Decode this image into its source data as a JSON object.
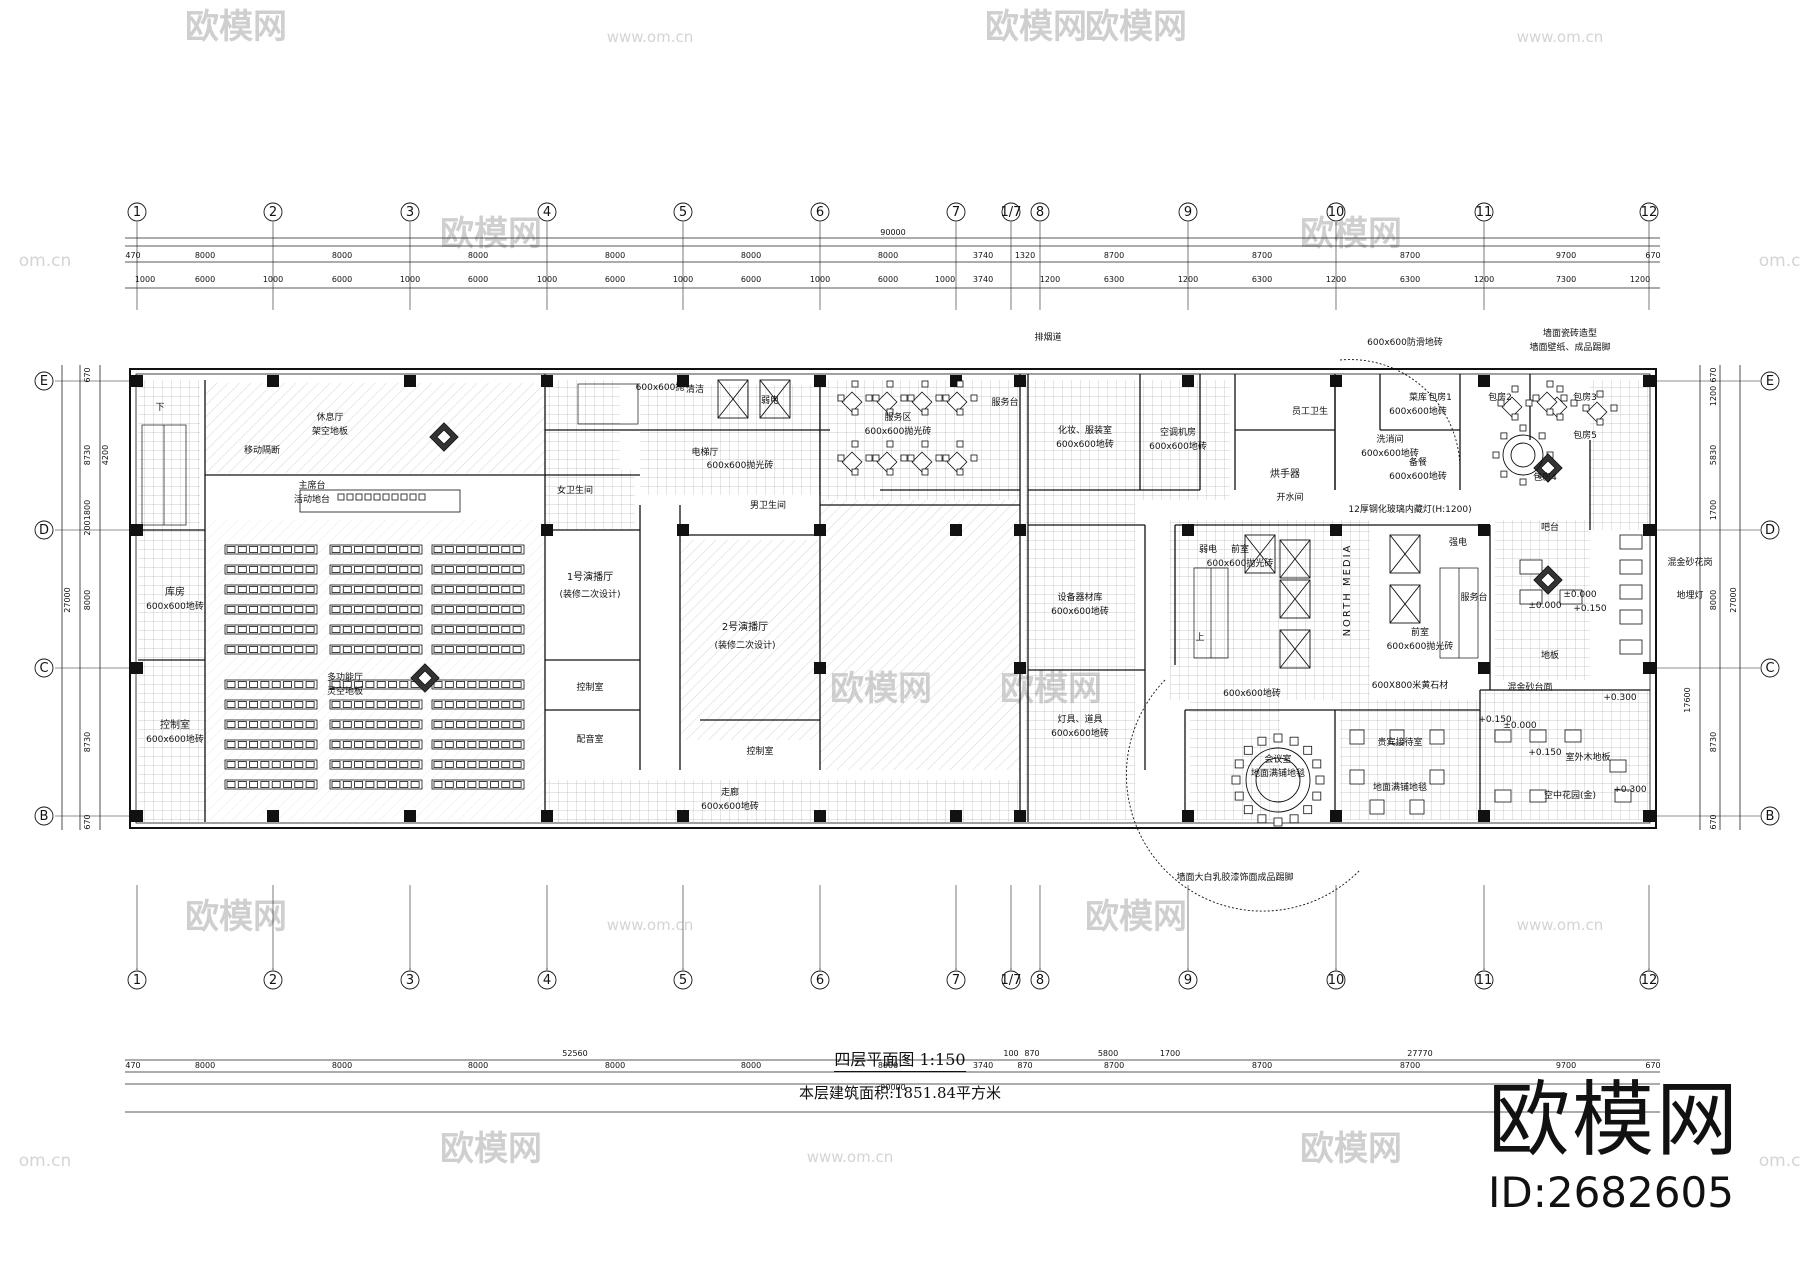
{
  "drawing": {
    "title": "四层平面图 1:150",
    "area_note": "本层建筑面积:1851.84平方米"
  },
  "brand": {
    "name": "欧模网",
    "id": "ID:2682605",
    "watermark_text": "欧模网",
    "watermark_url": "www.om.cn",
    "watermark_url_short": "om.cn"
  },
  "axes": {
    "columns": [
      "1",
      "2",
      "3",
      "4",
      "5",
      "6",
      "7",
      "1/7",
      "8",
      "9",
      "10",
      "11",
      "12"
    ],
    "rows": [
      "E",
      "D",
      "C",
      "B"
    ]
  },
  "dimensions": {
    "total_top": "90000",
    "total_bottom": "90000",
    "bays_top": [
      "470",
      "8000",
      "8000",
      "8000",
      "8000",
      "8000",
      "8000",
      "3740",
      "1320",
      "8700",
      "8700",
      "8700",
      "9700",
      "670"
    ],
    "sub_top": [
      "1000",
      "6000",
      "1000",
      "6000",
      "1000",
      "6000",
      "1000",
      "6000",
      "1000",
      "6000",
      "1000",
      "6000",
      "1000",
      "3740",
      "1200",
      "6300",
      "1200",
      "6300",
      "1200",
      "6300",
      "1200",
      "7300",
      "1200"
    ],
    "bays_bottom": [
      "470",
      "8000",
      "8000",
      "8000",
      "8000",
      "8000",
      "8000",
      "3740",
      "870",
      "8700",
      "8700",
      "8700",
      "9700",
      "670"
    ],
    "split_bottom_left": "52560",
    "split_bottom_mid": "100",
    "split_bottom_a": "870",
    "split_bottom_b": "5800",
    "split_bottom_c": "1700",
    "split_bottom_right": "27770",
    "left_total": "27000",
    "left_parts": [
      "670",
      "8730",
      "4200",
      "1800",
      "200",
      "8000",
      "8730",
      "670"
    ],
    "right_total": "27000",
    "right_parts": [
      "670",
      "1200",
      "5830",
      "1700",
      "8000",
      "8730",
      "670"
    ],
    "right_extra": "17600"
  },
  "rooms": {
    "storage": "库房",
    "storage_floor": "600x600地砖",
    "control": "控制室",
    "control_floor": "600x600地砖",
    "multi_hall": "多功能厅",
    "multi_hall_floor": "灵空地板",
    "rest_hall": "休息厅",
    "rest_hall_floor": "架空地板",
    "main_stage": "主席台",
    "main_stage_note": "活动地台",
    "movable_partition": "移动隔断",
    "studio1": "1号演播厅",
    "studio1_note": "(装修二次设计)",
    "studio2": "2号演播厅",
    "studio2_note": "(装修二次设计)",
    "director1": "控制室",
    "director2": "控制室",
    "dubbing": "配音室",
    "corridor": "走廊",
    "corridor_floor": "600x600地砖",
    "elevator_hall": "电梯厅",
    "elevator_hall_floor": "600x600抛光砖",
    "female_wc": "女卫生间",
    "male_wc": "男卫生间",
    "mech_600": "600x600抛",
    "cleaning": "清洁",
    "weak_elec": "弱电",
    "service_area": "服务区",
    "service_area_floor": "600x600抛光砖",
    "service_desk": "服务台",
    "smoke_shaft": "排烟道",
    "dressing": "化妆、服装室",
    "dressing_floor": "600x600地砖",
    "ac_room": "空调机房",
    "ac_room_floor": "600x600地砖",
    "equip_store": "设备器材库",
    "equip_store_floor": "600x600地砖",
    "lamps": "灯具、道具",
    "lamps_floor": "600x600地砖",
    "staff_wc": "员工卫生",
    "hand_dryer": "烘手器",
    "wash_room": "开水间",
    "dish_room": "洗消间",
    "dish_room_floor": "600x600地砖",
    "kitchen": "备餐",
    "kitchen_floor": "600x600地砖",
    "pantry": "菜库",
    "pantry_floor": "600x600地砖",
    "antislip_note": "600x600防滑地砖",
    "front1": "前室",
    "front1_floor": "600x600抛光砖",
    "front2": "前室",
    "front2_floor": "600x600抛光砖",
    "strong_elec": "强电",
    "weak_elec2": "弱电",
    "lobby_floor": "600x600地砖",
    "north_media": "NORTH MEDIA",
    "meeting": "会议室",
    "meeting_floor": "地面满铺地毯",
    "vip_reception": "贵宾接待室",
    "vip_floor": "地面满铺地毯",
    "marble_note": "600X800米黄石材",
    "service_counter": "服务台",
    "bar": "吧台",
    "bar_floor": "地板",
    "private1": "包房1",
    "private2": "包房2",
    "private3": "包房3",
    "private4": "包房4",
    "private5": "包房5",
    "garden": "空中花园(金)",
    "wood_floor": "室外木地板",
    "glass_note": "12厚钢化玻璃内藏灯(H:1200)",
    "wall_note1": "墙面瓷砖造型",
    "wall_note2": "墙面壁纸、成品踢脚",
    "wall_note3": "墙面大白乳胶漆饰面成品踢脚",
    "marble_floor": "混金砂台面",
    "marble_floor2": "混金砂花岗",
    "floor_lamp": "地埋灯",
    "level_1": "+0.150",
    "level_2": "±0.000",
    "level_3": "±0.000",
    "level_4": "+0.300",
    "level_5": "+0.150",
    "level_6": "+0.300",
    "level_7": "+0.150",
    "level_8": "±0.000",
    "down": "下",
    "up": "上"
  }
}
